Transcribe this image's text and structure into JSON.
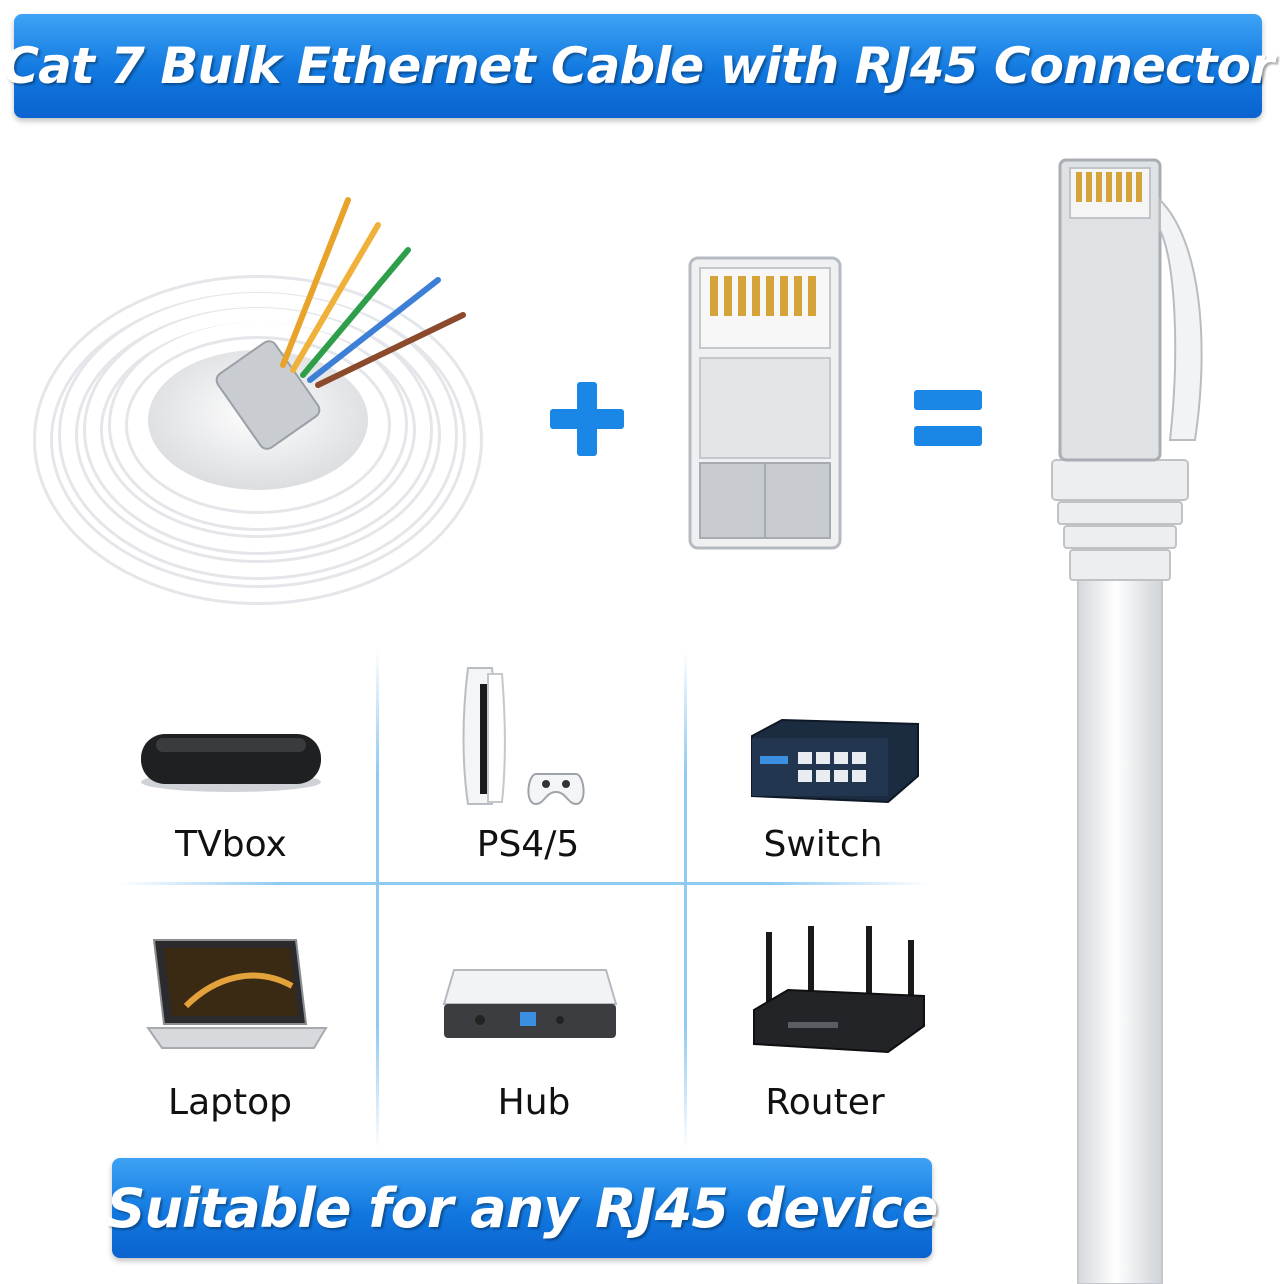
{
  "header": {
    "title": "Cat 7 Bulk Ethernet Cable with RJ45 Connector"
  },
  "footer": {
    "tagline": "Suitable for any RJ45 device"
  },
  "devices": [
    {
      "label": "TVbox",
      "icon": "tvbox-icon"
    },
    {
      "label": "PS4/5",
      "icon": "game-console-icon"
    },
    {
      "label": "Switch",
      "icon": "network-switch-icon"
    },
    {
      "label": "Laptop",
      "icon": "laptop-icon"
    },
    {
      "label": "Hub",
      "icon": "hub-icon"
    },
    {
      "label": "Router",
      "icon": "router-icon"
    }
  ],
  "colors": {
    "accent": "#1a86e6",
    "banner_dark": "#0b63cf",
    "grid_line": "#8ec9f3"
  }
}
